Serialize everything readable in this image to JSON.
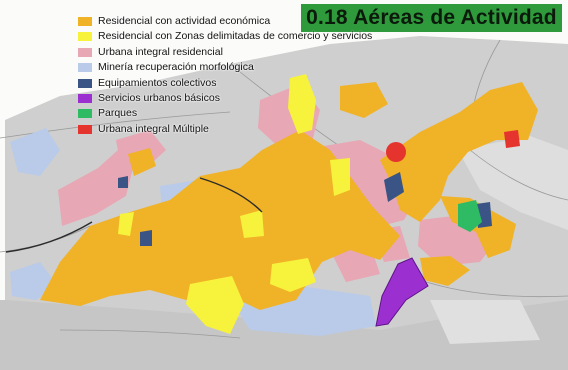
{
  "title": "0.18 Aéreas de Actividad",
  "legend": [
    {
      "label": "Residencial con actividad económica",
      "color": "#f0b226"
    },
    {
      "label": "Residencial con Zonas delimitadas de comercio y servicios",
      "color": "#f7f23c"
    },
    {
      "label": "Urbana integral residencial",
      "color": "#e7a7b4"
    },
    {
      "label": "Minería recuperación morfológica",
      "color": "#b9cbe8"
    },
    {
      "label": "Equipamientos colectivos",
      "color": "#3a5585"
    },
    {
      "label": "Servicios urbanos básicos",
      "color": "#9c2fd0"
    },
    {
      "label": "Parques",
      "color": "#2fbb63"
    },
    {
      "label": "Urbana integral Múltiple",
      "color": "#e5332e"
    }
  ]
}
